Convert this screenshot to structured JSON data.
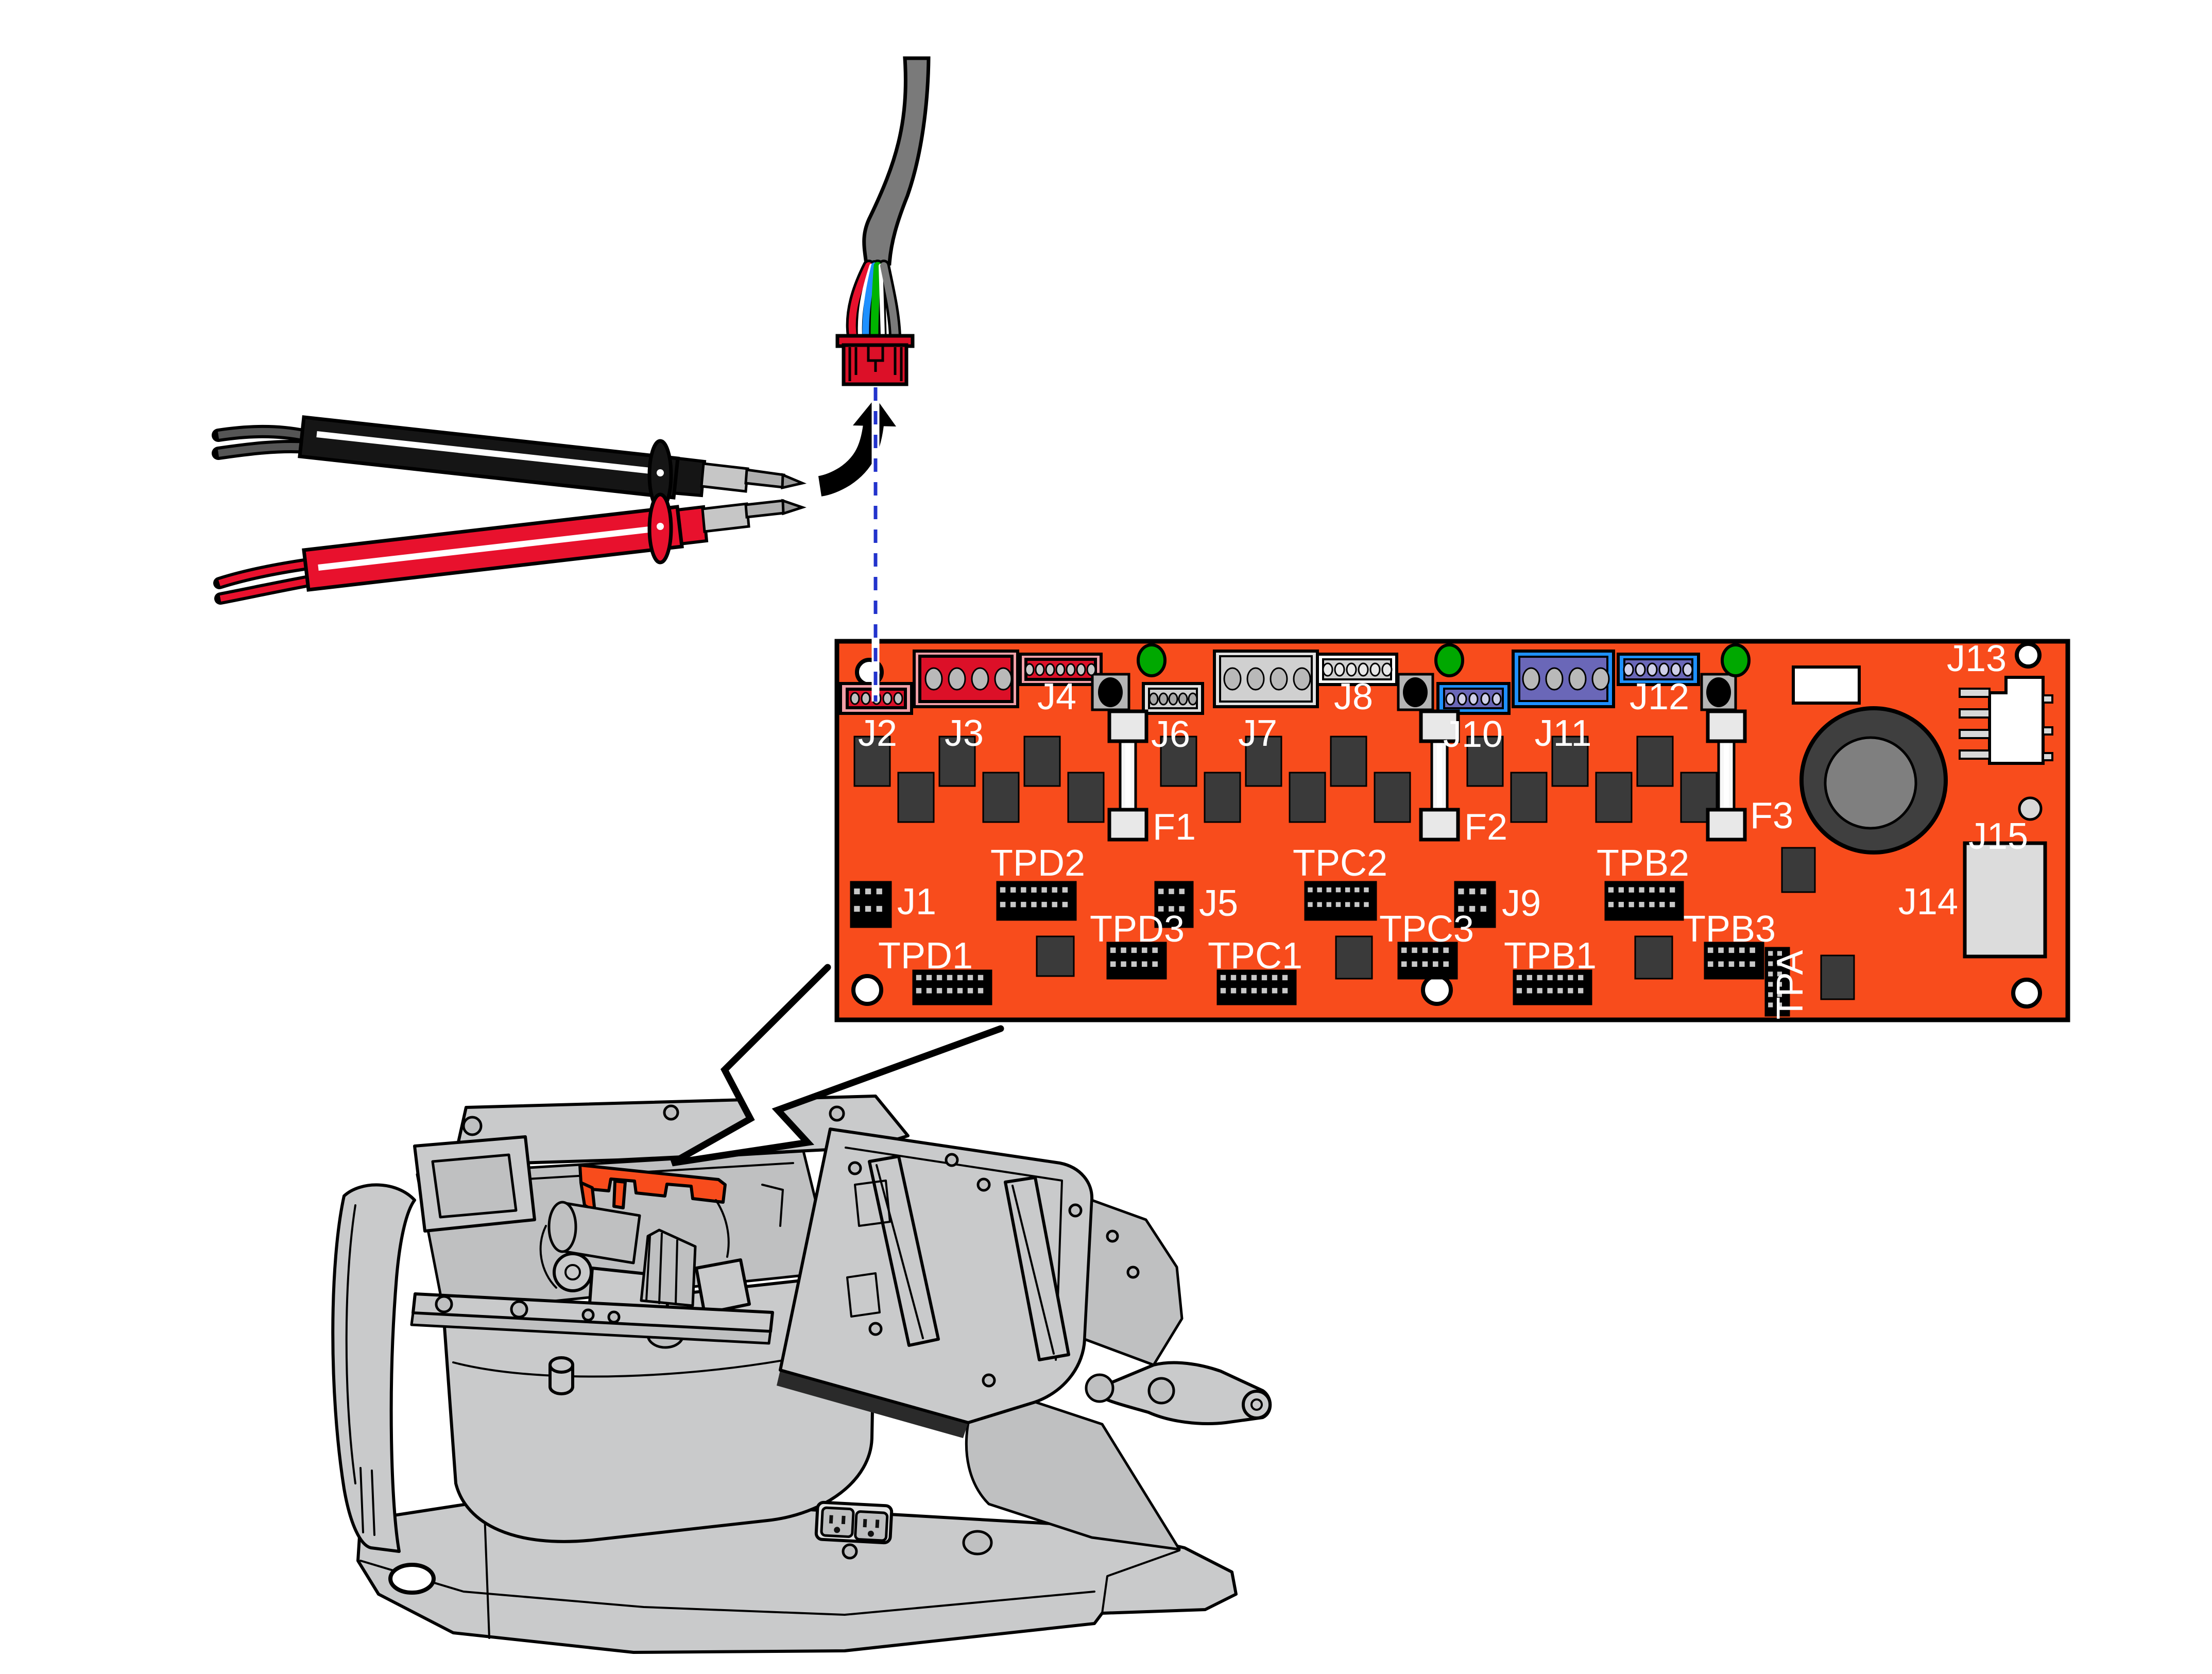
{
  "pcb": {
    "labels": {
      "j1": "J1",
      "j2": "J2",
      "j3": "J3",
      "j4": "J4",
      "j5": "J5",
      "j6": "J6",
      "j7": "J7",
      "j8": "J8",
      "j9": "J9",
      "j10": "J10",
      "j11": "J11",
      "j12": "J12",
      "j13": "J13",
      "j14": "J14",
      "j15": "J15",
      "f1": "F1",
      "f2": "F2",
      "f3": "F3",
      "tpd1": "TPD1",
      "tpd2": "TPD2",
      "tpd3": "TPD3",
      "tpc1": "TPC1",
      "tpc2": "TPC2",
      "tpc3": "TPC3",
      "tpb1": "TPB1",
      "tpb2": "TPB2",
      "tpb3": "TPB3",
      "tpa": "TPA"
    }
  },
  "colors": {
    "board": "#F84C1C",
    "connector_red": "#DC1028",
    "connector_pink": "#F2A0A8",
    "connector_blue": "#1E90FF",
    "connector_purple": "#6A67B8",
    "led_green": "#00A800",
    "smd_dark": "#3A3A3A",
    "machine_gray": "#C9CACB",
    "dash_blue": "#2233CC",
    "probe_red": "#E8112D",
    "wire_red": "#E8112D",
    "wire_blue": "#1E90FF",
    "wire_green": "#00B400",
    "wire_gray": "#7A7A7A",
    "cable_gray": "#7A7A7A"
  },
  "icons": {
    "multimeter_probe_black": "black test probe",
    "multimeter_probe_red": "red test probe",
    "harness_connector": "red wire-harness connector",
    "insertion_arrow": "curved insert arrow",
    "location_arrow": "board location arrow"
  }
}
